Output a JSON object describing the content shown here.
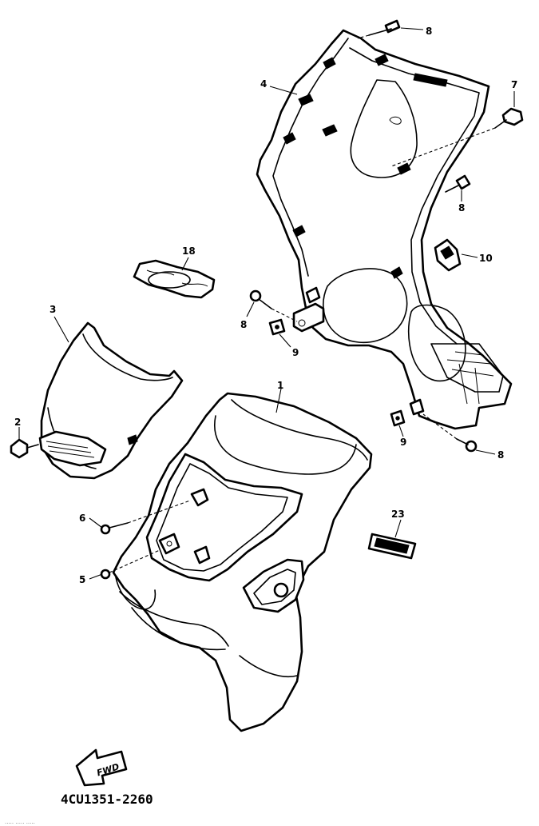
{
  "diagram": {
    "drawing_code": "4CU1351-2260",
    "direction_marker": "FWD",
    "corner_mark": ".....  .....  .....",
    "callouts": [
      {
        "id": "c1",
        "label": "1"
      },
      {
        "id": "c2",
        "label": "2"
      },
      {
        "id": "c3",
        "label": "3"
      },
      {
        "id": "c4",
        "label": "4"
      },
      {
        "id": "c5",
        "label": "5"
      },
      {
        "id": "c6",
        "label": "6"
      },
      {
        "id": "c7",
        "label": "7"
      },
      {
        "id": "c8a",
        "label": "8"
      },
      {
        "id": "c8b",
        "label": "8"
      },
      {
        "id": "c8c",
        "label": "8"
      },
      {
        "id": "c8d",
        "label": "8"
      },
      {
        "id": "c9a",
        "label": "9"
      },
      {
        "id": "c9b",
        "label": "9"
      },
      {
        "id": "c10",
        "label": "10"
      },
      {
        "id": "c18",
        "label": "18"
      },
      {
        "id": "c23",
        "label": "23"
      }
    ]
  }
}
